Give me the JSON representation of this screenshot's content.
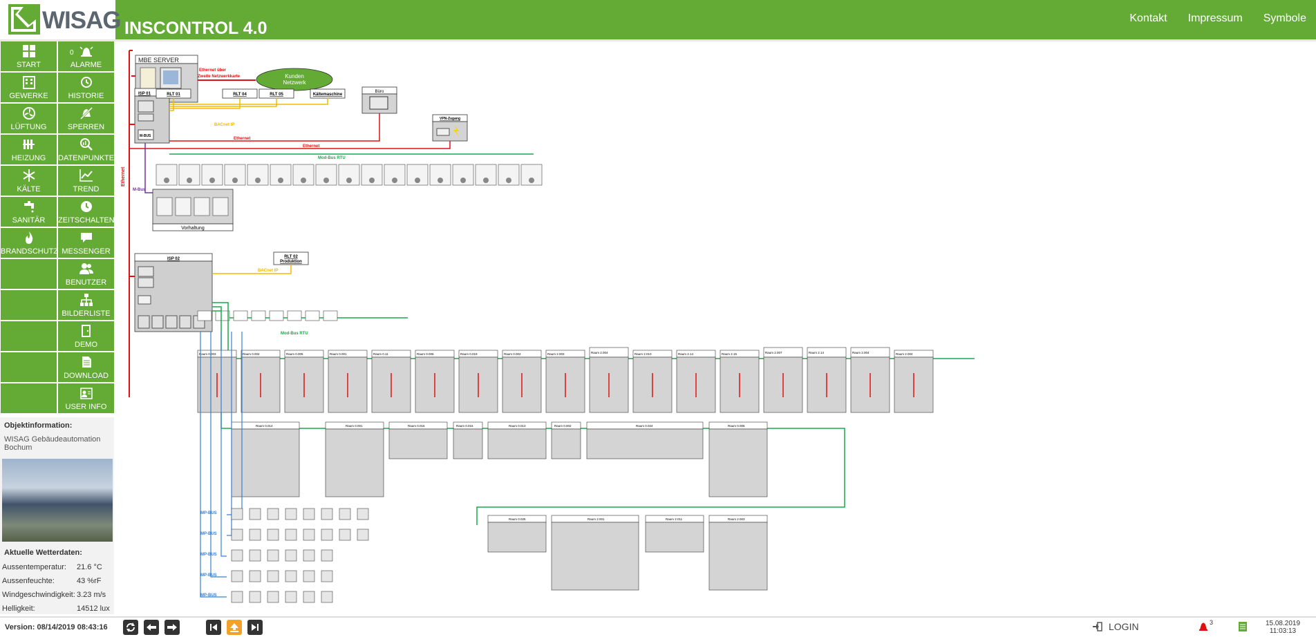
{
  "header": {
    "logo_text": "WISAG",
    "app_title": "INSCONTROL 4.0",
    "nav": [
      "Kontakt",
      "Impressum",
      "Symbole"
    ]
  },
  "sidebar": {
    "alarm_count": "0",
    "items": [
      {
        "label": "START",
        "icon": "grid-icon"
      },
      {
        "label": "ALARME",
        "icon": "alarm-bell-icon"
      },
      {
        "label": "GEWERKE",
        "icon": "building-icon"
      },
      {
        "label": "HISTORIE",
        "icon": "history-icon"
      },
      {
        "label": "LÜFTUNG",
        "icon": "fan-icon"
      },
      {
        "label": "SPERREN",
        "icon": "bell-off-icon"
      },
      {
        "label": "HEIZUNG",
        "icon": "radiator-icon"
      },
      {
        "label": "DATENPUNKTE",
        "icon": "datapoint-search-icon"
      },
      {
        "label": "KÄLTE",
        "icon": "snowflake-icon"
      },
      {
        "label": "TREND",
        "icon": "trend-chart-icon"
      },
      {
        "label": "SANITÄR",
        "icon": "faucet-icon"
      },
      {
        "label": "ZEITSCHALTEN",
        "icon": "clock-icon"
      },
      {
        "label": "BRANDSCHUTZ",
        "icon": "flame-icon"
      },
      {
        "label": "MESSENGER",
        "icon": "chat-bubble-icon"
      },
      {
        "label": "BENUTZER",
        "icon": "users-icon"
      },
      {
        "label": "BILDERLISTE",
        "icon": "sitemap-icon"
      },
      {
        "label": "DEMO",
        "icon": "door-exit-icon"
      },
      {
        "label": "DOWNLOAD",
        "icon": "document-icon"
      },
      {
        "label": "USER INFO",
        "icon": "user-card-icon"
      }
    ]
  },
  "object_info": {
    "heading": "Objektinformation:",
    "name_line1": "WISAG Gebäudeautomation",
    "name_line2": "Bochum"
  },
  "weather": {
    "heading": "Aktuelle Wetterdaten:",
    "rows": [
      {
        "key": "Aussentemperatur:",
        "value": "21.6 °C"
      },
      {
        "key": "Aussenfeuchte:",
        "value": "43 %rF"
      },
      {
        "key": "Windgeschwindigkeit:",
        "value": "3.23 m/s"
      },
      {
        "key": "Helligkeit:",
        "value": "14512 lux"
      }
    ]
  },
  "footer": {
    "version": "Version: 08/14/2019 08:43:16",
    "login": "LOGIN",
    "alarm_count": "3",
    "date": "15.08.2019",
    "time": "11:03:13"
  },
  "diagram": {
    "ethernet_vertical": "Ethernet",
    "mbe_server": "MBE SERVER",
    "ethernet_second": "Ethernet über",
    "ethernet_second2": "Zweite Netzwerkkarte",
    "kunden1": "Kunden",
    "kunden2": "Netzwerk",
    "isp01": "ISP 01",
    "isp02": "ISP 02",
    "rlt_top": [
      "RLT 01",
      "RLT 04",
      "RLT 05",
      "Kältemaschine"
    ],
    "buero": "Büro",
    "vpn": "VPN-Zugang",
    "bacnet": "BACnet IP",
    "ethernet": "Ethernet",
    "modbus": "Mod-Bus RTU",
    "mbus": "M-Bus",
    "mbus_box": "M-BUS",
    "vorhaltung": "Vorhaltung",
    "rlt02_1": "RLT 02",
    "rlt02_2": "Produktion",
    "mpbus": "MP-BUS",
    "raum_row1": [
      "Raum 0.003",
      "Raum 0.004",
      "Raum 0.005",
      "Raum 0.001",
      "Raum 0.11",
      "Raum 0.006",
      "Raum 0.019",
      "Raum 0.002",
      "Raum 2.003",
      "Raum 2.004",
      "Raum 2.010",
      "Raum 2.14",
      "Raum 2.15",
      "Raum 2.007",
      "Raum 2.14",
      "Raum 2.004",
      "Raum 2.004"
    ],
    "raum_row2": [
      "Raum 0.014",
      "Raum 0.001",
      "Raum 0.016",
      "Raum 0.015",
      "Raum 0.013",
      "Raum 0.002",
      "Raum 0.024",
      "Raum 0.006"
    ],
    "raum_row3": [
      "Raum 0.025",
      "Raum 2.001",
      "Raum 2.011",
      "Raum 2.003"
    ]
  }
}
